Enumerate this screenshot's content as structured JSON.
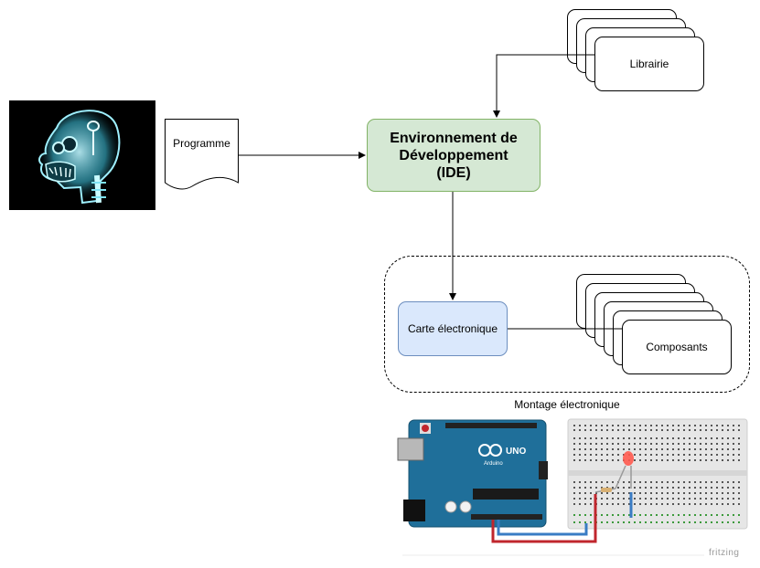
{
  "diagram": {
    "programme_label": "Programme",
    "ide_label_lines": [
      "Environnement de",
      "Développement",
      "(IDE)"
    ],
    "librairie_label": "Librairie",
    "carte_label": "Carte électronique",
    "composants_label": "Composants",
    "montage_title": "Montage électronique",
    "fritzing_label": "fritzing",
    "arduino_board_text": "UNO",
    "arduino_brand_text": "Arduino"
  },
  "colors": {
    "ide_fill": "#d5e8d4",
    "ide_stroke": "#82b366",
    "carte_fill": "#dae8fc",
    "carte_stroke": "#6c8ebf",
    "arduino_blue": "#1f6f9a",
    "breadboard": "#e6e6e6",
    "wire_red": "#c0262d",
    "wire_blue": "#3a7cc4"
  }
}
